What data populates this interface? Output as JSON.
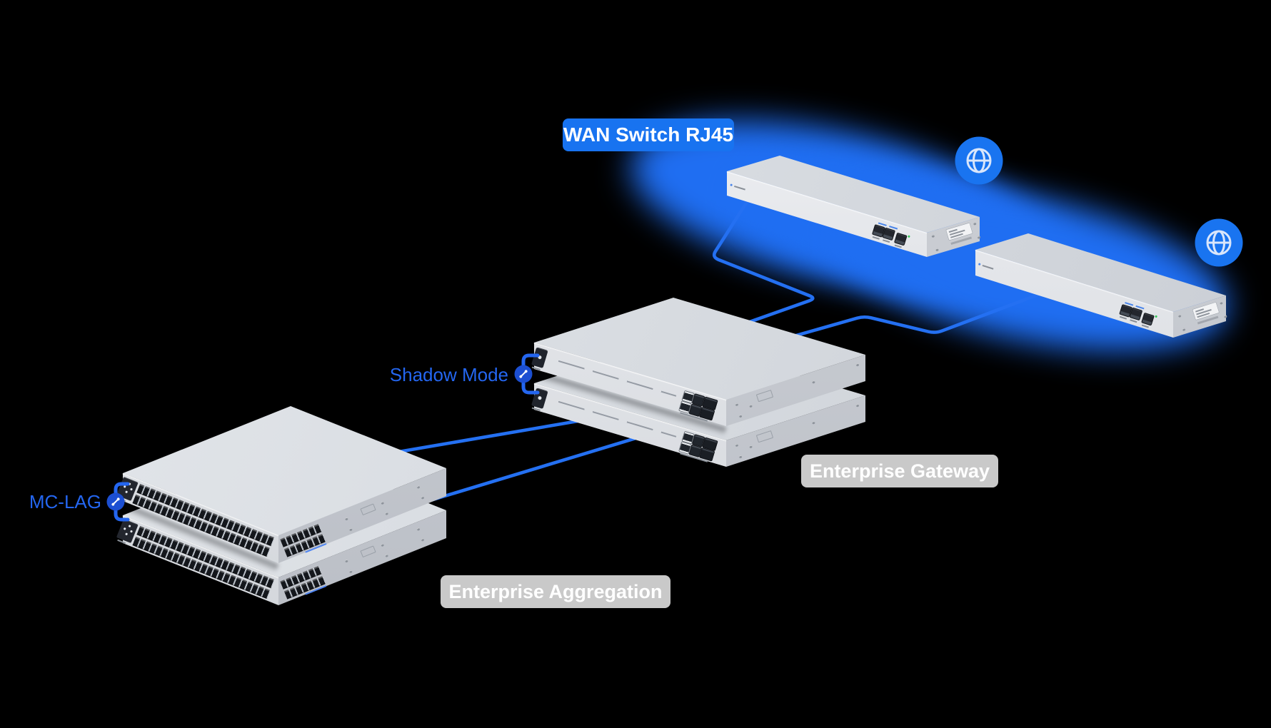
{
  "diagram": {
    "background_color": "#000000",
    "accent_blue": "#2470f2",
    "glow_blue": "#1f6ef2",
    "badge_blue": "#1873f0",
    "badge_gray": "#c9c9c9",
    "link_icon_circle_blue": "#1c4fd2",
    "badges": {
      "wan_switch": {
        "label": "WAN Switch RJ45",
        "style": "blue"
      },
      "enterprise_gateway": {
        "label": "Enterprise Gateway",
        "style": "gray"
      },
      "enterprise_aggregation": {
        "label": "Enterprise Aggregation",
        "style": "gray"
      }
    },
    "link_labels": {
      "shadow_mode": "Shadow Mode",
      "mc_lag": "MC-LAG"
    },
    "icons": [
      "globe-icon",
      "link-icon"
    ],
    "devices": {
      "wan_switches_count": 2,
      "gateways_count": 2,
      "aggregation_switches_count": 2
    }
  }
}
